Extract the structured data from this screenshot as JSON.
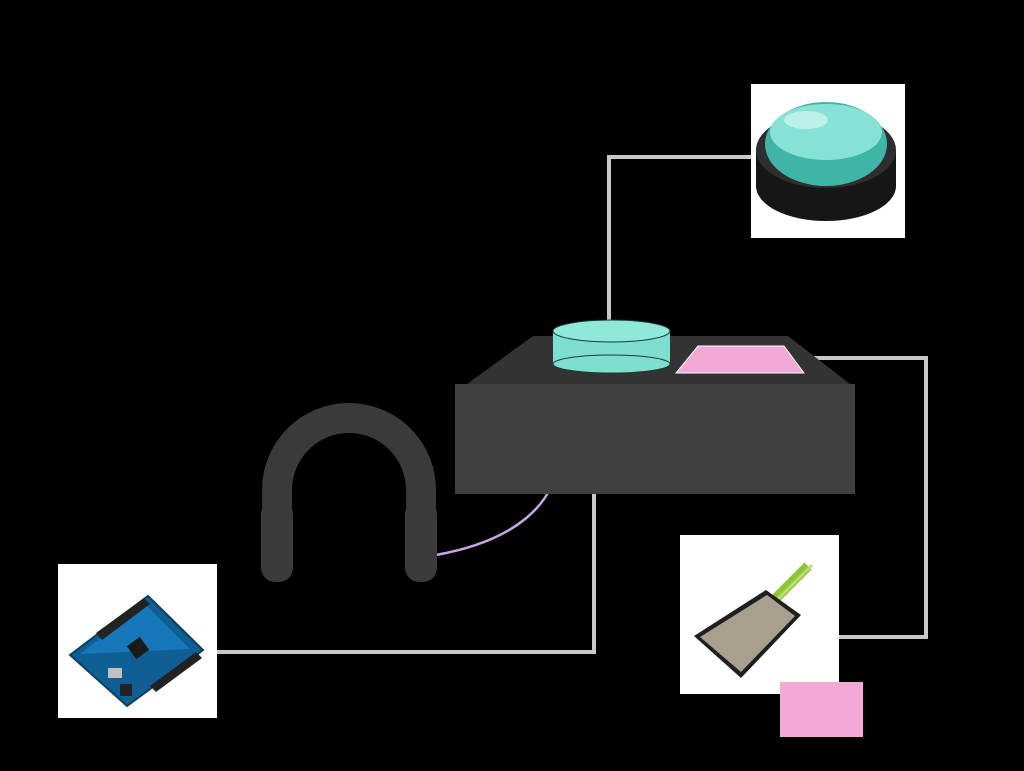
{
  "diagram": {
    "components": [
      {
        "id": "arcade-button",
        "label": "",
        "icon": "arcade-button-photo"
      },
      {
        "id": "enclosure-box",
        "label": "",
        "icon": "enclosure-box"
      },
      {
        "id": "headphones",
        "label": "",
        "icon": "headphones-icon"
      },
      {
        "id": "arduino-board",
        "label": "",
        "icon": "arduino-photo"
      },
      {
        "id": "force-sensor",
        "label": "",
        "icon": "force-sensor-photo"
      },
      {
        "id": "pink-swatch",
        "label": "",
        "icon": "color-swatch"
      }
    ],
    "connections": [
      {
        "from": "box-button",
        "to": "arcade-button"
      },
      {
        "from": "box-pad",
        "to": "force-sensor"
      },
      {
        "from": "enclosure-box",
        "to": "arduino-board"
      },
      {
        "from": "enclosure-box",
        "to": "headphones"
      }
    ]
  },
  "colors": {
    "background": "#000000",
    "box_front": "#404040",
    "box_top": "#333333",
    "teal": "#7fdfcf",
    "pink": "#f2a9d6",
    "wire": "#c8c8c8",
    "audio_wire": "#c9a6e4",
    "headphones": "#3a3a3a"
  }
}
